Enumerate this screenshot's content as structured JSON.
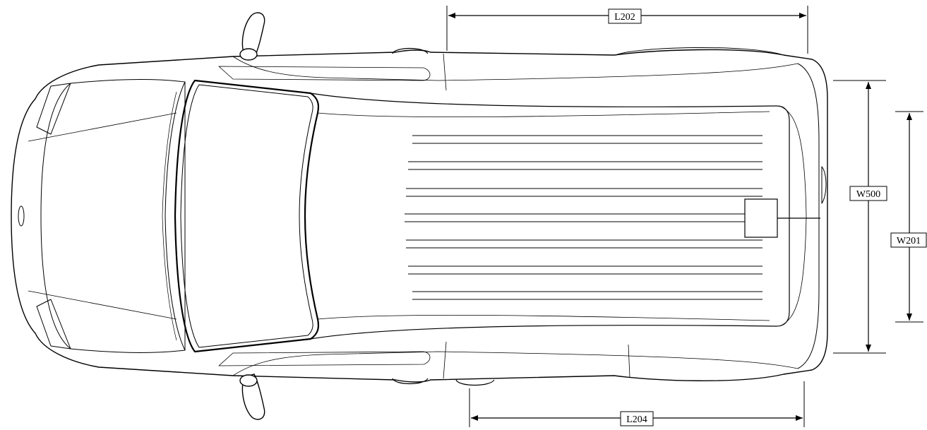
{
  "diagram": {
    "colors": {
      "line": "#000000",
      "fill": "#ffffff"
    },
    "dimensions": {
      "l202": "L202",
      "l204": "L204",
      "w500": "W500",
      "w201": "W201"
    }
  }
}
